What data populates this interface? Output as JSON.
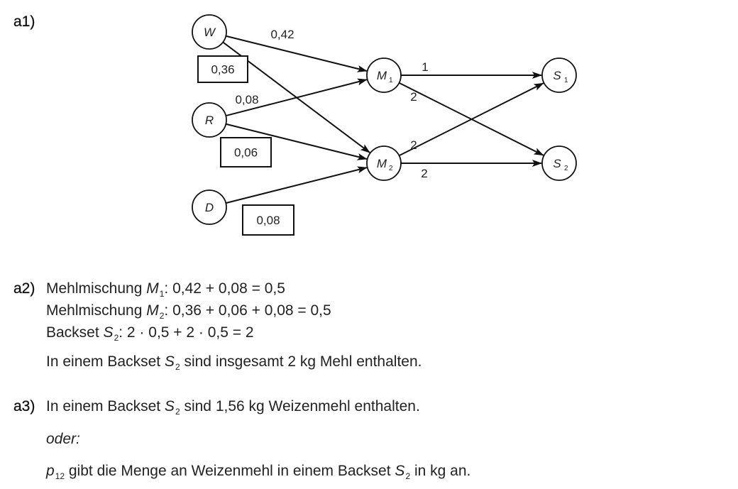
{
  "parts": {
    "a1": {
      "label": "a1)"
    },
    "a2": {
      "label": "a2)",
      "lines": [
        {
          "prefix": "Mehlmischung ",
          "var": "M",
          "sub": "1",
          "rest": ": 0,42 + 0,08 = 0,5"
        },
        {
          "prefix": "Mehlmischung ",
          "var": "M",
          "sub": "2",
          "rest": ": 0,36 + 0,06 + 0,08 = 0,5"
        },
        {
          "prefix": "Backset ",
          "var": "S",
          "sub": "2",
          "rest": ": 2 · 0,5 + 2 · 0,5 = 2"
        },
        {
          "prefix": "In einem Backset ",
          "var": "S",
          "sub": "2",
          "rest": " sind insgesamt 2 kg Mehl enthalten."
        }
      ]
    },
    "a3": {
      "label": "a3)",
      "line1": {
        "prefix": "In einem Backset ",
        "var": "S",
        "sub": "2",
        "rest": " sind 1,56 kg Weizenmehl enthalten."
      },
      "oder": "oder:",
      "line2": {
        "var": "p",
        "sub": "12",
        "middle": " gibt die Menge an Weizenmehl in einem Backset ",
        "var2": "S",
        "sub2": "2",
        "rest": " in kg an."
      }
    }
  },
  "graph": {
    "nodes": [
      {
        "id": "W",
        "label": "W",
        "sub": ""
      },
      {
        "id": "R",
        "label": "R",
        "sub": ""
      },
      {
        "id": "D",
        "label": "D",
        "sub": ""
      },
      {
        "id": "M1",
        "label": "M",
        "sub": "1"
      },
      {
        "id": "M2",
        "label": "M",
        "sub": "2"
      },
      {
        "id": "S1",
        "label": "S",
        "sub": "1"
      },
      {
        "id": "S2",
        "label": "S",
        "sub": "2"
      }
    ],
    "edges": [
      {
        "from": "W",
        "to": "M1",
        "weight": "0,42"
      },
      {
        "from": "W",
        "to": "M2",
        "weight": ""
      },
      {
        "from": "R",
        "to": "M1",
        "weight": "0,08"
      },
      {
        "from": "R",
        "to": "M2",
        "weight": ""
      },
      {
        "from": "D",
        "to": "M2",
        "weight": ""
      },
      {
        "from": "M1",
        "to": "S1",
        "weight": "1"
      },
      {
        "from": "M1",
        "to": "S2",
        "weight": "2"
      },
      {
        "from": "M2",
        "to": "S1",
        "weight": "2"
      },
      {
        "from": "M2",
        "to": "S2",
        "weight": "2"
      }
    ],
    "boxed_values": [
      {
        "near": "W",
        "value": "0,36"
      },
      {
        "near": "R",
        "value": "0,06"
      },
      {
        "near": "D",
        "value": "0,08"
      }
    ]
  }
}
